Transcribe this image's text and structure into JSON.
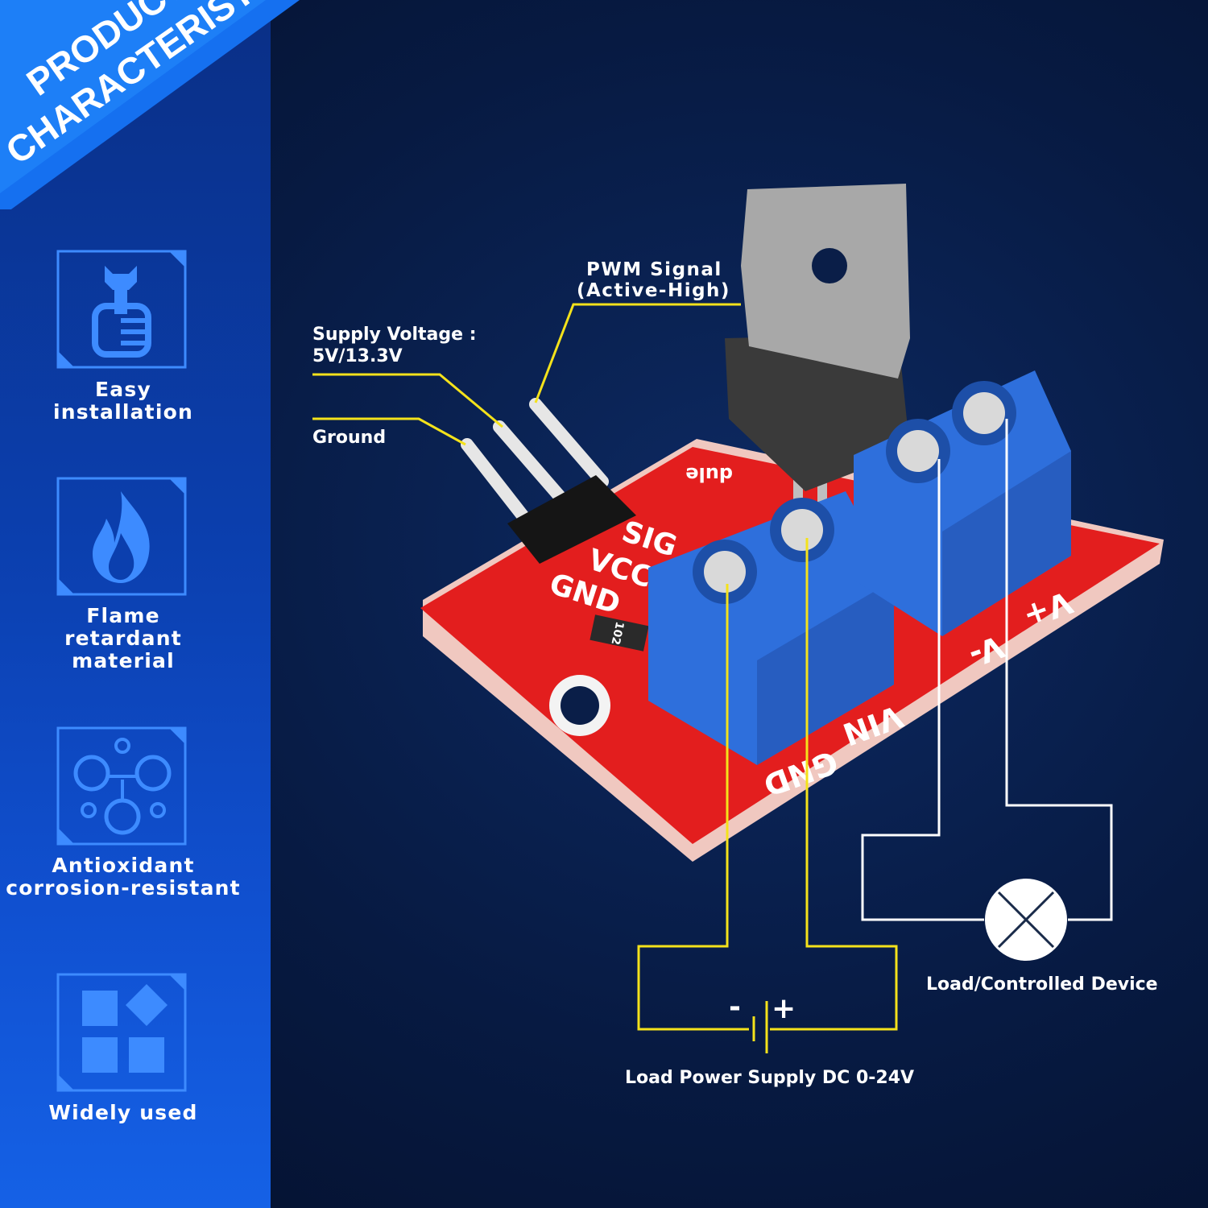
{
  "banner": {
    "line1": "PRODUCT",
    "line2": "CHARACTERISTIC"
  },
  "features": [
    {
      "label_lines": [
        "Easy",
        "installation"
      ],
      "icon": "wrench-hand-icon"
    },
    {
      "label_lines": [
        "Flame",
        "retardant",
        "material"
      ],
      "icon": "flame-icon"
    },
    {
      "label_lines": [
        "Antioxidant",
        "corrosion-resistant"
      ],
      "icon": "molecule-icon"
    },
    {
      "label_lines": [
        "Widely used"
      ],
      "icon": "blocks-icon"
    }
  ],
  "callouts": {
    "pwm_line1": "PWM Signal",
    "pwm_line2": "(Active-High)",
    "supply_line1": "Supply Voltage :",
    "supply_line2": "5V/13.3V",
    "ground": "Ground",
    "load_device": "Load/Controlled Device",
    "load_power": "Load Power Supply DC 0-24V",
    "battery_minus": "-",
    "battery_plus": "+"
  },
  "board_labels": {
    "sig": "SIG",
    "vcc": "VCC",
    "gnd": "GND",
    "vin": "VIN",
    "gnd2": "GND",
    "v_minus": "V-",
    "v_plus": "V+",
    "resistor": "102",
    "module": "dule"
  },
  "colors": {
    "wire": "#f4e21b",
    "circuit": "#ffffff",
    "board": "#e31e1e",
    "terminal": "#2e6fdc",
    "sidebar_icon": "#3d8bff"
  }
}
